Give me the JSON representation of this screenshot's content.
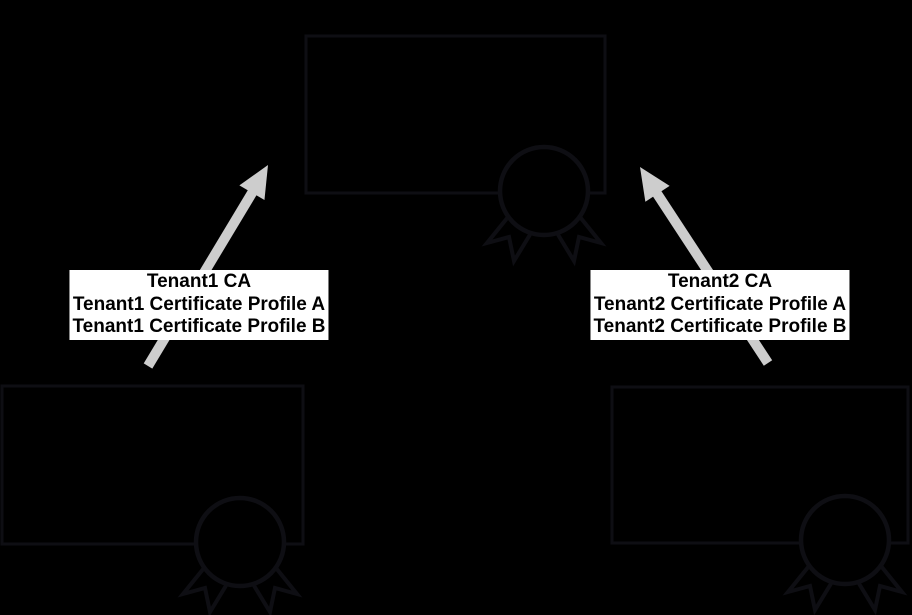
{
  "colors": {
    "background": "#000000",
    "outline": "#0e0e13",
    "arrow": "#cdcdcd",
    "label_background": "#ffffff",
    "label_text": "#000000"
  },
  "icons": {
    "certificate_seal": "award-ribbon-seal-icon",
    "arrow": "up-arrow"
  },
  "labels": {
    "tenant1": {
      "lines": [
        "Tenant1 CA",
        "Tenant1 Certificate Profile A",
        "Tenant1 Certificate Profile B"
      ]
    },
    "tenant2": {
      "lines": [
        "Tenant2 CA",
        "Tenant2 Certificate Profile A",
        "Tenant2 Certificate Profile B"
      ]
    }
  }
}
